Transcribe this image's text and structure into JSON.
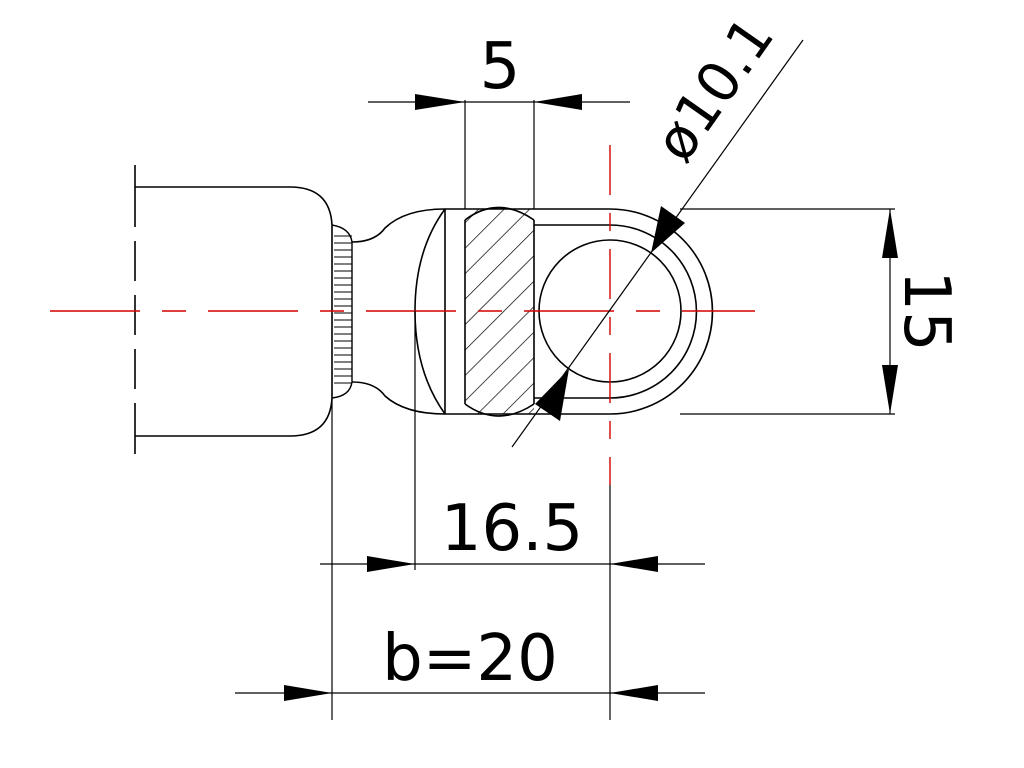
{
  "colors": {
    "line": "#000000",
    "centerline": "#d40000",
    "background": "#ffffff"
  },
  "dimensions": {
    "width_5": "5",
    "diameter": "ø10.1",
    "height_15": "15",
    "length_16_5": "16.5",
    "b_20": "b=20"
  }
}
